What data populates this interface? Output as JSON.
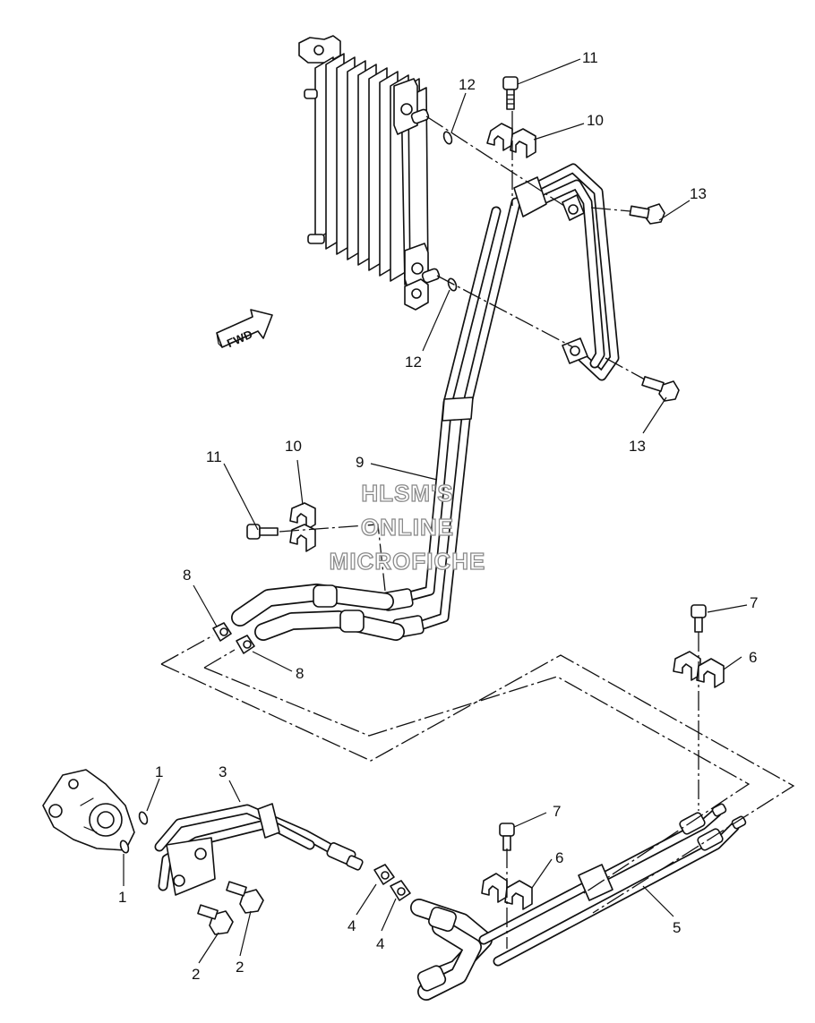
{
  "callouts": [
    {
      "id": "c11-top",
      "text": "11"
    },
    {
      "id": "c12-top",
      "text": "12"
    },
    {
      "id": "c10-top",
      "text": "10"
    },
    {
      "id": "c13-top",
      "text": "13"
    },
    {
      "id": "c12-mid",
      "text": "12"
    },
    {
      "id": "c13-mid",
      "text": "13"
    },
    {
      "id": "c9",
      "text": "9"
    },
    {
      "id": "c11-mid",
      "text": "11"
    },
    {
      "id": "c10-mid",
      "text": "10"
    },
    {
      "id": "c8-a",
      "text": "8"
    },
    {
      "id": "c8-b",
      "text": "8"
    },
    {
      "id": "c7-top",
      "text": "7"
    },
    {
      "id": "c6-top",
      "text": "6"
    },
    {
      "id": "c1-a",
      "text": "1"
    },
    {
      "id": "c1-b",
      "text": "1"
    },
    {
      "id": "c3",
      "text": "3"
    },
    {
      "id": "c2-a",
      "text": "2"
    },
    {
      "id": "c2-b",
      "text": "2"
    },
    {
      "id": "c4-a",
      "text": "4"
    },
    {
      "id": "c4-b",
      "text": "4"
    },
    {
      "id": "c7-bot",
      "text": "7"
    },
    {
      "id": "c6-bot",
      "text": "6"
    },
    {
      "id": "c5",
      "text": "5"
    }
  ],
  "fwd_label": "FWD",
  "watermark": [
    "HLSM'S",
    "ONLINE",
    "MICROFICHE"
  ]
}
